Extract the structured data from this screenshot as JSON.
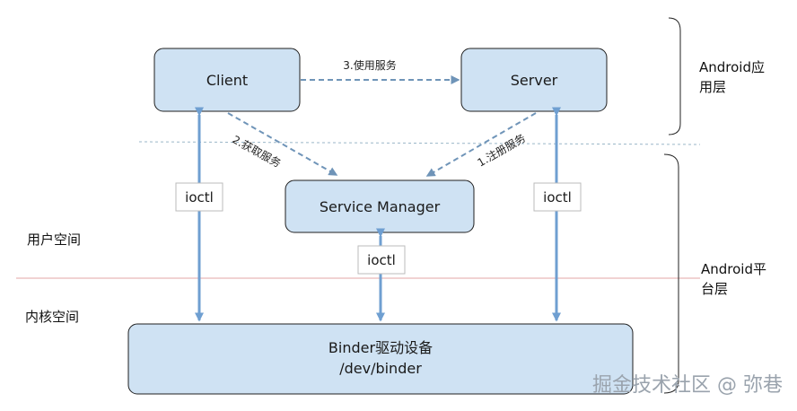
{
  "nodes": {
    "client": "Client",
    "server": "Server",
    "service_manager": "Service Manager",
    "binder_line1": "Binder驱动设备",
    "binder_line2": "/dev/binder"
  },
  "edges": {
    "use_service": "3.使用服务",
    "get_service": "2.获取服务",
    "register_service": "1.注册服务"
  },
  "ioctl_label": "ioctl",
  "regions": {
    "user_space": "用户空间",
    "kernel_space": "内核空间"
  },
  "brackets": {
    "app_layer_line1": "Android应",
    "app_layer_line2": "用层",
    "platform_layer_line1": "Android平",
    "platform_layer_line2": "台层"
  },
  "watermark": "掘金技术社区 @ 弥巷",
  "colors": {
    "node_fill": "#cfe2f3",
    "node_stroke": "#1f1f1f",
    "arrow_blue": "#6f9fd1",
    "dashed_arrow": "#6f94b8",
    "app_divider": "#9ab6c8",
    "kernel_divider": "#e3a4a4"
  }
}
